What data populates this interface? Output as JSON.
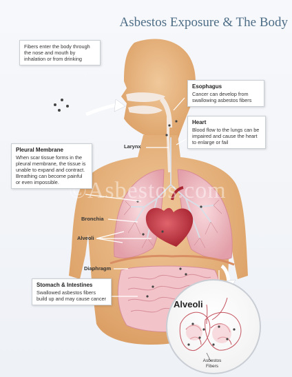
{
  "title": "Asbestos Exposure & The Body",
  "watermark": "©Asbestos.com",
  "intro_box": {
    "text": "Fibers enter the body through the nose and mouth by inhalation or from drinking"
  },
  "esophagus_box": {
    "heading": "Esophagus",
    "text": "Cancer can develop from swallowing asbestos fibers"
  },
  "heart_box": {
    "heading": "Heart",
    "text": "Blood flow to the lungs can be impaired and cause the heart to enlarge or fail"
  },
  "pleural_box": {
    "heading": "Pleural Membrane",
    "text": "When scar tissue forms in the pleural membrane, the tissue is unable to expand and contract. Breathing can become painful or even impossible."
  },
  "stomach_box": {
    "heading": "Stomach & Intestines",
    "text": "Swallowed asbestos fibers build up and may cause cancer"
  },
  "labels": {
    "larynx": "Larynx",
    "bronchia": "Bronchia",
    "alveoli": "Alveoli",
    "diaphragm": "Diaphragm"
  },
  "zoom": {
    "title": "Alveoli",
    "fibers_label_1": "Asbestos",
    "fibers_label_2": "Fibers"
  },
  "colors": {
    "skin": "#e0a86e",
    "skin_light": "#ebc193",
    "lung": "#f2c3c9",
    "heart": "#c63b46",
    "title": "#4d6d86"
  }
}
